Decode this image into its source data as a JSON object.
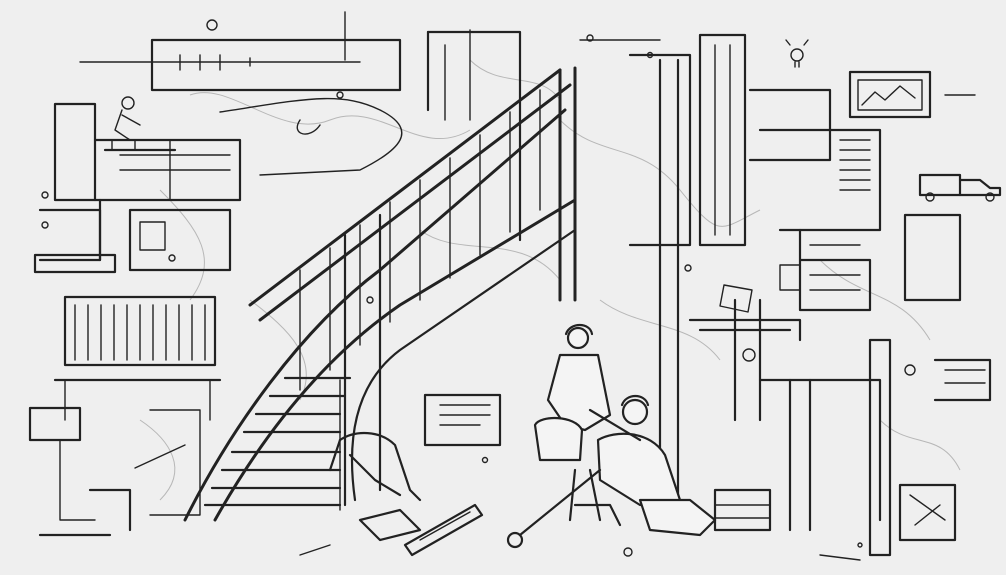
{
  "scene": {
    "background": "#efefef",
    "ink": "#222222",
    "style": "line-art",
    "elements": [
      "staircase",
      "worker-standing",
      "worker-kneeling",
      "person-climbing",
      "person-at-desk",
      "framed-chart",
      "truck-icon",
      "lightbulb-icon",
      "document-sheets",
      "pipes"
    ]
  }
}
